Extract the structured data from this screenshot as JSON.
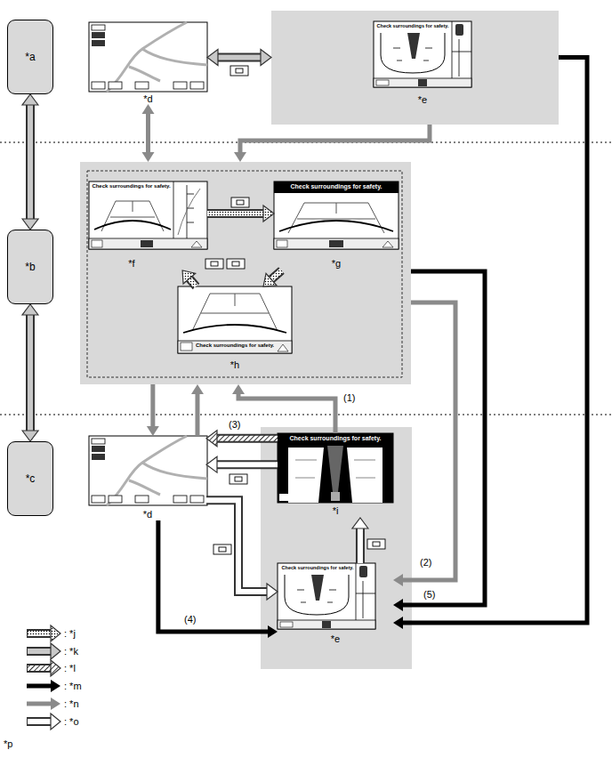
{
  "diagram": {
    "nodes": [
      {
        "text": [
          "*a"
        ]
      },
      {
        "text": [
          "*b"
        ]
      },
      {
        "text": [
          "*c"
        ]
      },
      {
        "text": [
          "*d"
        ]
      },
      {
        "text": []
      },
      {
        "text": [
          "Check surroundings for safety.",
          "*e"
        ],
        "in": 4
      },
      {
        "text": []
      },
      {
        "text": [
          "Check surroundings for safety.",
          "*f"
        ],
        "in": 6
      },
      {
        "text": [
          "Check surroundings for safety.",
          "*g"
        ],
        "in": 6
      },
      {
        "text": [
          "Check surroundings for safety.",
          "*h"
        ],
        "in": 6
      },
      {
        "text": [
          "*d"
        ]
      },
      {
        "text": []
      },
      {
        "text": [
          "Check surroundings for safety.",
          "*i"
        ],
        "in": 11
      },
      {
        "text": [
          "Check surroundings for safety.",
          "*e"
        ],
        "in": 11
      }
    ],
    "edges": [
      {
        "from": 0,
        "to": 1,
        "arrow": "both"
      },
      {
        "from": 1,
        "to": 2,
        "arrow": "both"
      },
      {
        "from": 3,
        "to": 4,
        "arrow": "both"
      },
      {
        "from": 4,
        "to": 6,
        "arrow": "to"
      },
      {
        "from": 3,
        "to": 6,
        "arrow": "both"
      },
      {
        "from": 7,
        "to": 8,
        "arrow": "to"
      },
      {
        "from": 8,
        "to": 9,
        "arrow": "to"
      },
      {
        "from": 9,
        "to": 7,
        "arrow": "to"
      },
      {
        "from": 6,
        "to": 10,
        "arrow": "to"
      },
      {
        "from": 10,
        "to": 6,
        "arrow": "to"
      },
      {
        "from": 12,
        "to": 6,
        "label": "(1)",
        "arrow": "to"
      },
      {
        "from": 6,
        "to": 13,
        "label": "(2)",
        "arrow": "to"
      },
      {
        "from": 12,
        "to": 10,
        "label": "(3)",
        "arrow": "to"
      },
      {
        "from": 12,
        "to": 10,
        "arrow": "to"
      },
      {
        "from": 10,
        "to": 13,
        "arrow": "to"
      },
      {
        "from": 13,
        "to": 12,
        "arrow": "to"
      },
      {
        "from": 10,
        "to": 13,
        "label": "(4)",
        "arrow": "to"
      },
      {
        "from": 6,
        "to": 13,
        "label": "(5)",
        "arrow": "to"
      },
      {
        "from": 4,
        "to": 13,
        "arrow": "to"
      }
    ],
    "labels": [
      "*p"
    ],
    "legend": [
      {
        "text": ": *j"
      },
      {
        "text": ": *k"
      },
      {
        "text": ": *l"
      },
      {
        "text": ": *m"
      },
      {
        "text": ": *n"
      },
      {
        "text": ": *o"
      }
    ]
  }
}
